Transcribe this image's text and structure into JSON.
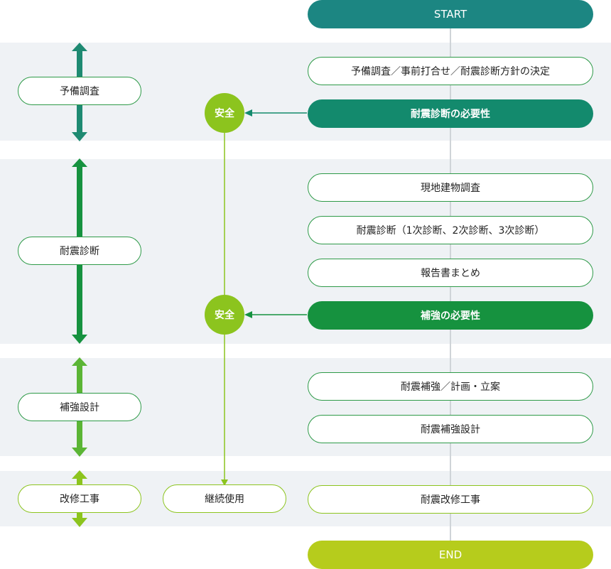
{
  "flow": {
    "start": "START",
    "end": "END",
    "steps": [
      "予備調査／事前打合せ／耐震診断方針の決定",
      "耐震診断の必要性",
      "現地建物調査",
      "耐震診断（1次診断、2次診断、3次診断）",
      "報告書まとめ",
      "補強の必要性",
      "耐震補強／計画・立案",
      "耐震補強設計",
      "耐震改修工事"
    ]
  },
  "phases": [
    "予備調査",
    "耐震診断",
    "補強設計",
    "改修工事"
  ],
  "safe_label": "安全",
  "continue_label": "継続使用",
  "colors": {
    "start": "#1c8682",
    "decision1": "#138a6d",
    "decision2": "#16923f",
    "safe": "#8cc41e",
    "end": "#b6cc1c",
    "band": "#eff2f5"
  }
}
